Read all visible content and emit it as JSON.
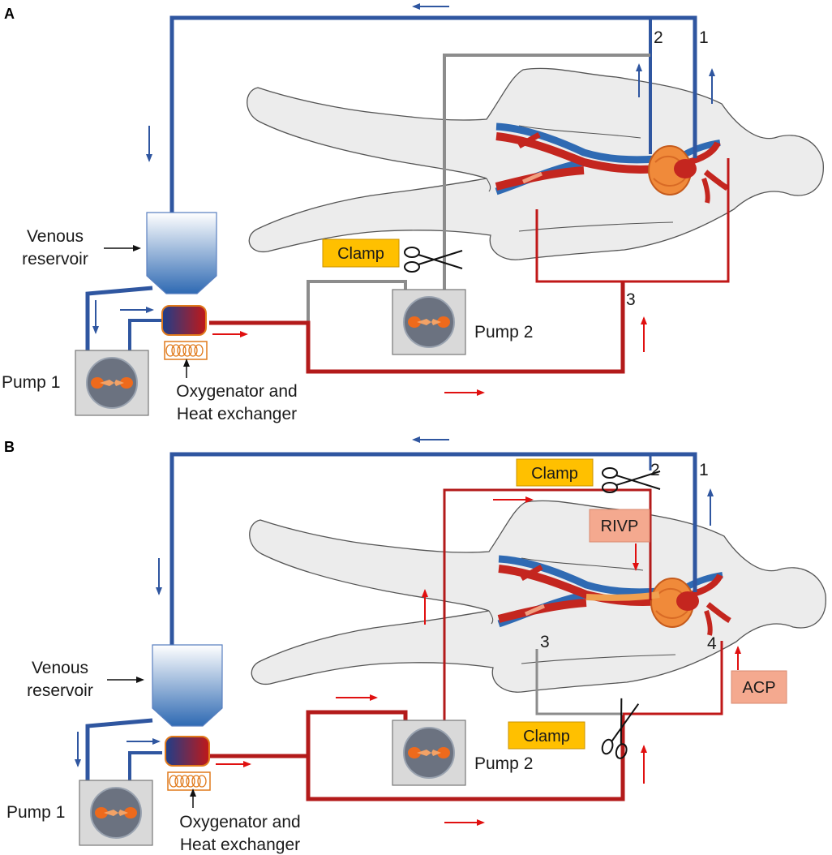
{
  "panels": [
    {
      "letter": "A",
      "venous_reservoir": [
        "Venous",
        "reservoir"
      ],
      "pump1": "Pump 1",
      "pump2": "Pump 2",
      "oxygenator": [
        "Oxygenator and",
        "Heat exchanger"
      ],
      "clamp": "Clamp",
      "numbers": [
        "1",
        "2",
        "3"
      ]
    },
    {
      "letter": "B",
      "venous_reservoir": [
        "Venous",
        "reservoir"
      ],
      "pump1": "Pump 1",
      "pump2": "Pump 2",
      "oxygenator": [
        "Oxygenator and",
        "Heat exchanger"
      ],
      "clamp_top": "Clamp",
      "clamp_bottom": "Clamp",
      "rivp": "RIVP",
      "acp": "ACP",
      "numbers": [
        "1",
        "2",
        "3",
        "4"
      ]
    }
  ],
  "colors": {
    "venous_blue": "#2f56a0",
    "arterial_red": "#c01818",
    "grey_line": "#8c8c8c",
    "clamp_box": "#ffc000",
    "label_box": "#f4a98f"
  }
}
